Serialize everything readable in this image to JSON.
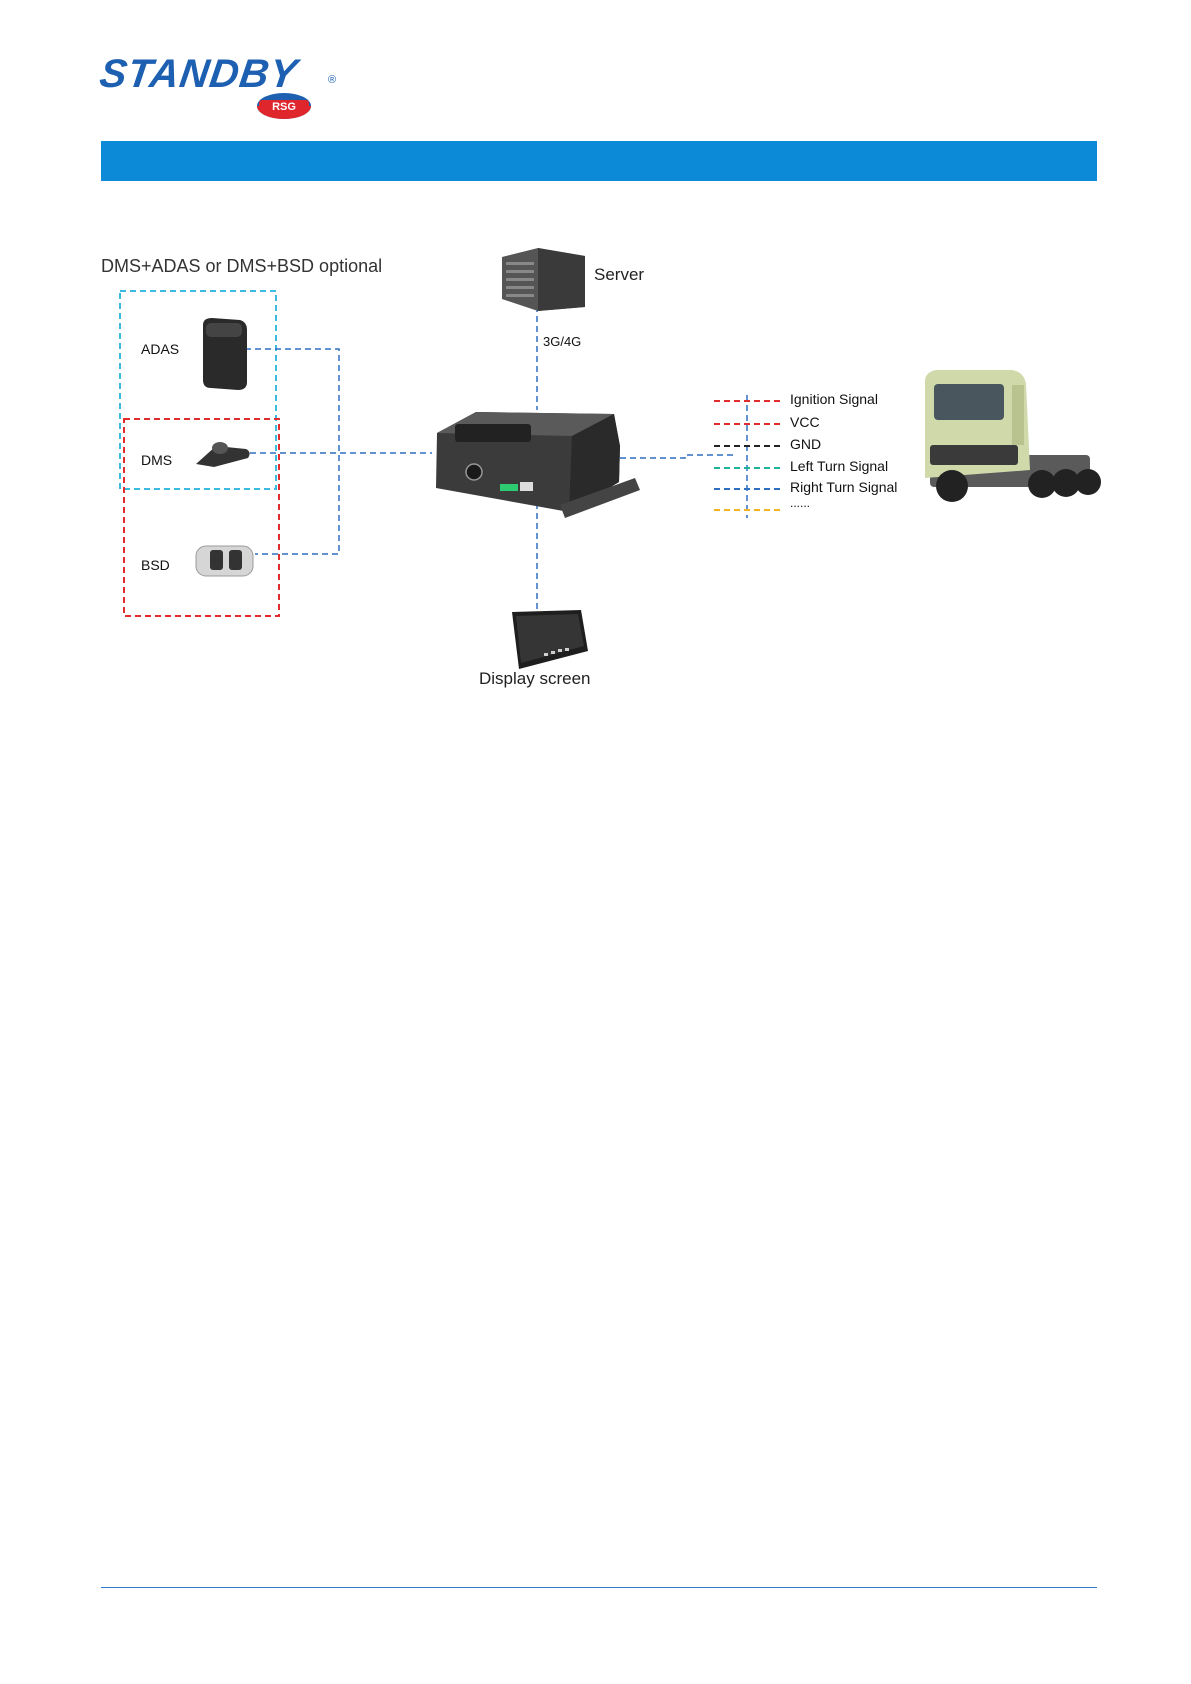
{
  "header": {
    "logo_text": "STANDBY",
    "logo_reg": "®",
    "badge_text": "RSG"
  },
  "diagram": {
    "optional_note": "DMS+ADAS or DMS+BSD optional",
    "server": "Server",
    "network": "3G/4G",
    "display": "Display screen",
    "cameras": [
      "ADAS",
      "DMS",
      "BSD"
    ],
    "legend": [
      {
        "label": "Ignition Signal",
        "color": "#e02c2c"
      },
      {
        "label": "VCC",
        "color": "#e02c2c"
      },
      {
        "label": "GND",
        "color": "#222222"
      },
      {
        "label": "Left Turn Signal",
        "color": "#1fb39a"
      },
      {
        "label": "Right Turn Signal",
        "color": "#2f6fc0"
      },
      {
        "label": "......",
        "color": "#f0b323"
      }
    ]
  },
  "colors": {
    "banner": "#0c8ad8",
    "adas_group": "#3bbbe0",
    "bsd_group": "#e02c2c",
    "connector": "#2f6fc0"
  }
}
